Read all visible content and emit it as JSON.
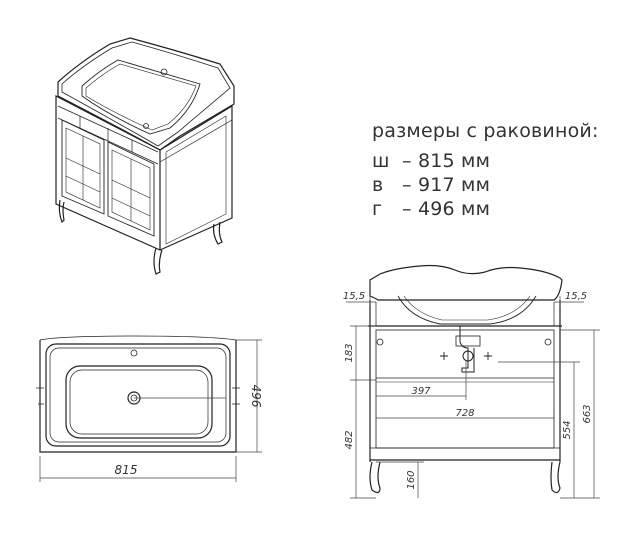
{
  "specs": {
    "title": "размеры с раковиной:",
    "rows": [
      {
        "key": "ш",
        "value": "– 815 мм"
      },
      {
        "key": "в",
        "value": "– 917 мм"
      },
      {
        "key": "г",
        "value": "– 496 мм"
      }
    ]
  },
  "dimensions": {
    "top_width": "815",
    "top_depth": "496",
    "side_offset": "15,5",
    "height_inner": "183",
    "drain_offset": "397",
    "inner_width": "728",
    "lower_height": "482",
    "leg_height": "160",
    "body_height": "554",
    "total_height": "663"
  }
}
